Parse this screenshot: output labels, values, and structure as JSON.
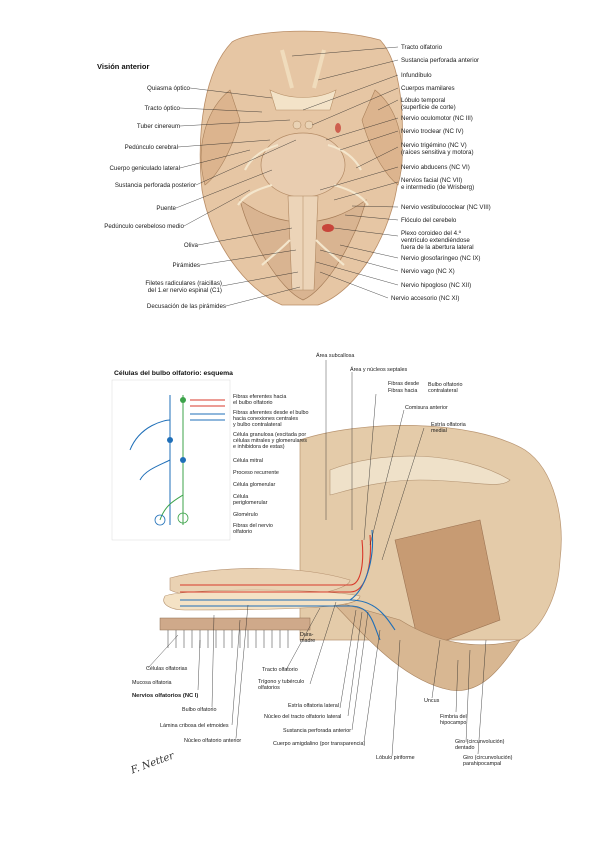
{
  "top_figure": {
    "title": "Visión anterior",
    "left_labels": [
      "Quiasma óptico",
      "Tracto óptico",
      "Tuber cinereum",
      "Pedúnculo cerebral",
      "Cuerpo geniculado lateral",
      "Sustancia perforada posterior",
      "Puente",
      "Pedúnculo cerebeloso medio",
      "Oliva",
      "Pirámides",
      "Filetes radiculares (raicillas)\ndel 1.er nervio espinal (C1)",
      "Decusación de las pirámides"
    ],
    "right_labels": [
      "Tracto olfatorio",
      "Sustancia perforada anterior",
      "Infundíbulo",
      "Cuerpos mamilares",
      "Lóbulo temporal\n(superficie de corte)",
      "Nervio oculomotor (NC III)",
      "Nervio troclear (NC IV)",
      "Nervio trigémino (NC V)\n(raíces sensitiva y motora)",
      "Nervio abducens (NC VI)",
      "Nervios facial (NC VII)\ne intermedio (de Wrisberg)",
      "Nervio vestibulococlear (NC VIII)",
      "Flóculo del cerebelo",
      "Plexo coroideo del 4.º\nventrículo extendiéndose\nfuera de la abertura lateral",
      "Nervio glosofaríngeo (NC IX)",
      "Nervio vago (NC X)",
      "Nervio hipogloso (NC XII)",
      "Nervio accesorio (NC XI)"
    ]
  },
  "bottom_figure": {
    "inset_title": "Células del bulbo olfatorio: esquema",
    "inset_labels": [
      "Fibras eferentes hacia\nel bulbo olfatorio",
      "Fibras aferentes desde el bulbo\nhacia conexiones centrales\ny bulbo contralateral",
      "Célula granulosa (excitada por\ncélulas mitrales y glomerulares\ne inhibidora de estas)",
      "Célula mitral",
      "Proceso recurrente",
      "Célula glomerular",
      "Célula\nperiglomerular",
      "Glomérulo",
      "Fibras del nervio\nolfatorio"
    ],
    "top_labels": [
      "Área subcallosa",
      "Área y núcleos septales",
      "Fibras desde",
      "Fibras hacia",
      "Bulbo olfatorio\ncontralateral",
      "Comisura anterior",
      "Estría olfatoria\nmedial"
    ],
    "bottom_labels": [
      "Células olfatorias",
      "Mucosa olfatoria",
      "Nervios olfatorios (NC I)",
      "Bulbo olfatorio",
      "Lámina cribosa del etmoides",
      "Núcleo olfatorio anterior",
      "Dura-\nmadre",
      "Tracto olfatorio",
      "Trígono y tubérculo\nolfatorios",
      "Estría olfatoria lateral",
      "Núcleo del tracto olfatorio lateral",
      "Sustancia perforada anterior",
      "Cuerpo amigdalino (por transparencia)",
      "Lóbulo piriforme",
      "Uncus",
      "Fimbria del\nhipocampo",
      "Giro (circunvolución)\ndentado",
      "Giro (circunvolución)\nparahipocampal"
    ],
    "signature": "F. Netter"
  },
  "colors": {
    "tissue": "#e8c9a8",
    "tissue_dark": "#c99a72",
    "nerve": "#f2e2c4",
    "efferent": "#d8392b",
    "afferent": "#1f6fb8",
    "green": "#3ca34a",
    "cortex": "#dcc3a0"
  }
}
